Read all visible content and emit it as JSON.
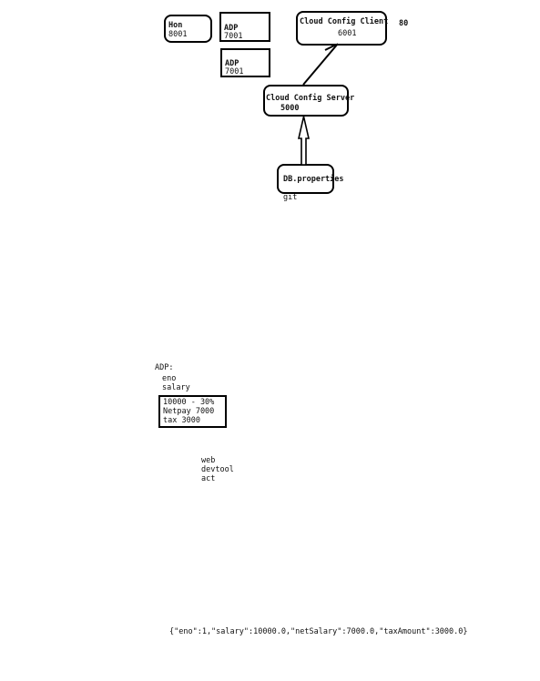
{
  "diagram": {
    "nodes": {
      "hon": {
        "name": "Hon",
        "port": "8001"
      },
      "adp_1": {
        "name": "ADP",
        "port": "7001"
      },
      "adp_2": {
        "name": "ADP",
        "port": "7001"
      },
      "config_client": {
        "name": "Cloud Config Client",
        "port": "6001"
      },
      "config_client_extra": "80",
      "config_server": {
        "name": "Cloud Config Server",
        "port": "5000"
      },
      "db_properties": {
        "name": "DB.properties"
      },
      "git_label": "git"
    }
  },
  "notes": {
    "adp_heading": "ADP:",
    "fields": [
      "eno",
      "salary"
    ],
    "calc_box": [
      "10000 - 30%",
      "Netpay 7000",
      "tax 3000"
    ],
    "deps": [
      "web",
      "devtool",
      "act"
    ],
    "json_output": "{\"eno\":1,\"salary\":10000.0,\"netSalary\":7000.0,\"taxAmount\":3000.0}"
  }
}
